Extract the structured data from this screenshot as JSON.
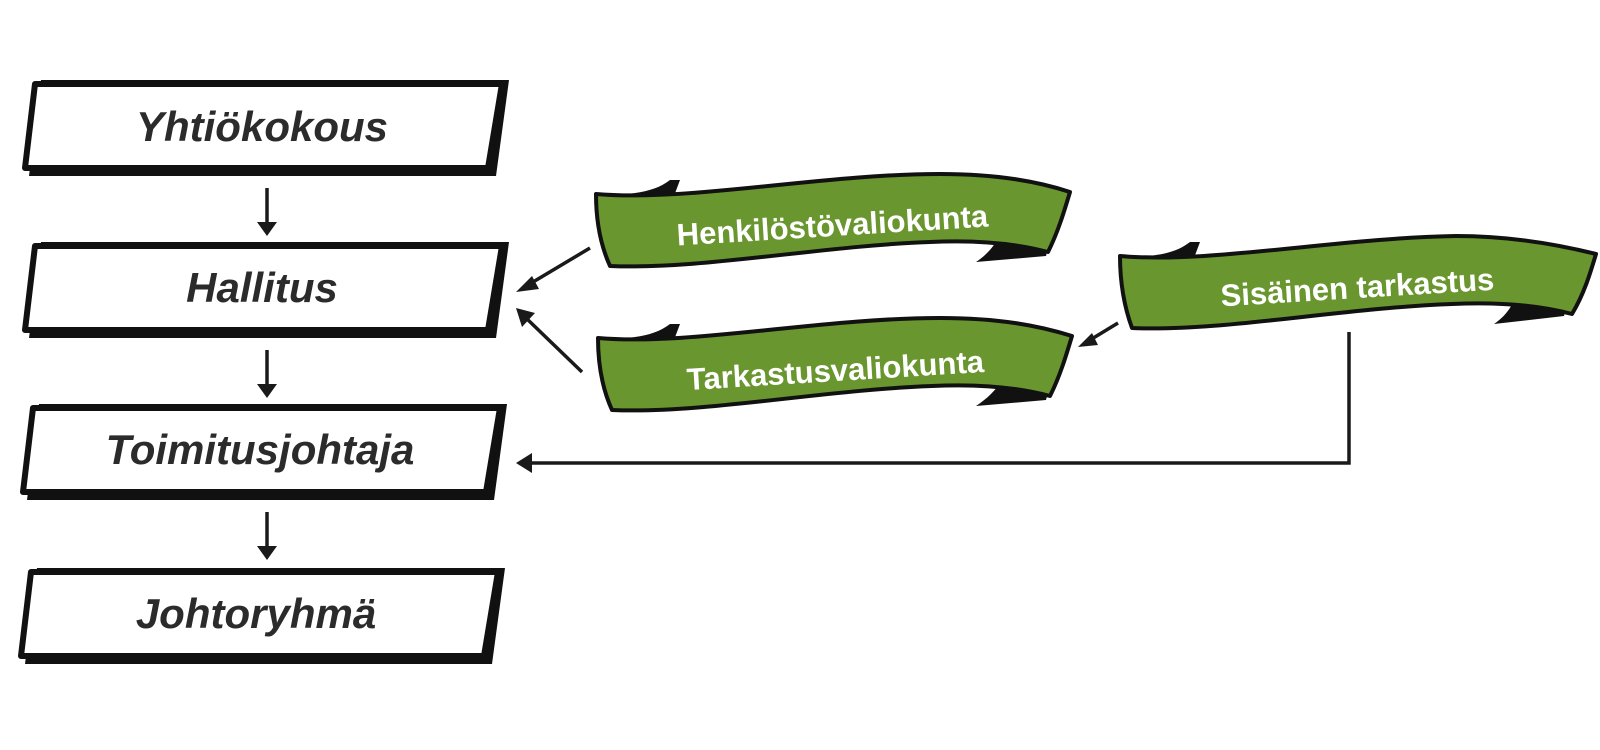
{
  "org_levels": [
    {
      "id": "shareholders-meeting",
      "label": "Yhtiökokous"
    },
    {
      "id": "board",
      "label": "Hallitus"
    },
    {
      "id": "ceo",
      "label": "Toimitusjohtaja"
    },
    {
      "id": "management-team",
      "label": "Johtoryhmä"
    }
  ],
  "committees": [
    {
      "id": "personnel-committee",
      "label": "Henkilöstövaliokunta"
    },
    {
      "id": "audit-committee",
      "label": "Tarkastusvaliokunta"
    },
    {
      "id": "internal-audit",
      "label": "Sisäinen tarkastus"
    }
  ],
  "colors": {
    "banner_green": "#6a962f",
    "banner_dark": "#111111",
    "box_fill": "#ffffff",
    "box_outline": "#111111",
    "box_text": "#2b2b2b",
    "banner_text": "#ffffff",
    "arrow": "#1a1a1a"
  }
}
